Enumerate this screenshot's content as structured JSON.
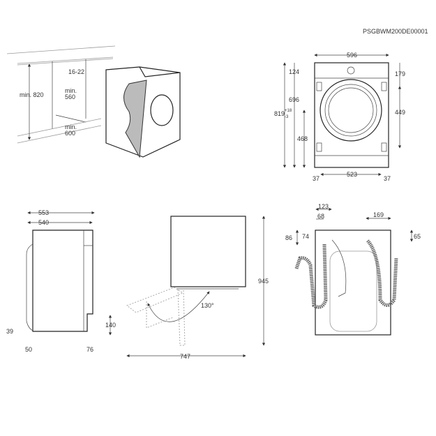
{
  "code": "PSGBWM200DE00001",
  "installation": {
    "gap": "16-22",
    "height": "min. 820",
    "width_l1": "min.",
    "width_l2": "560",
    "depth_l1": "min.",
    "depth_l2": "600"
  },
  "front": {
    "width": "596",
    "top": "124",
    "right_top": "179",
    "door_h": "696",
    "height": "819",
    "tol_plus": "+18",
    "tol_minus": "-3",
    "hinge": "449",
    "center": "468",
    "feet": "523",
    "foot_l": "37",
    "foot_r": "37"
  },
  "side": {
    "depth_total": "553",
    "depth": "540",
    "bottom_l": "39",
    "foot_l": "50",
    "plinth": "140",
    "foot_r": "76"
  },
  "top_view": {
    "depth_open": "945",
    "width_open": "747",
    "angle": "130°"
  },
  "back": {
    "d123": "123",
    "d68": "68",
    "d169": "169",
    "d86": "86",
    "d74": "74",
    "d65": "65"
  }
}
